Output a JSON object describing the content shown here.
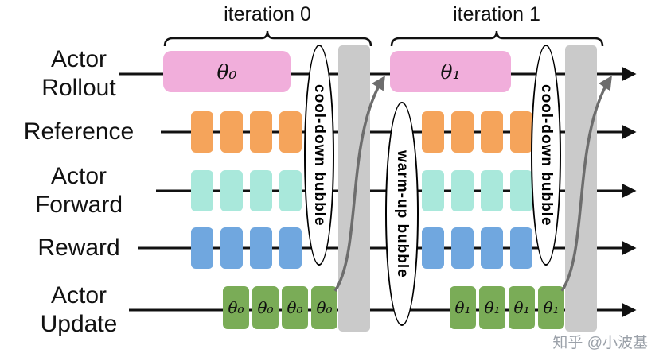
{
  "rows": [
    {
      "label": "Actor\nRollout"
    },
    {
      "label": "Reference"
    },
    {
      "label": "Actor\nForward"
    },
    {
      "label": "Reward"
    },
    {
      "label": "Actor\nUpdate"
    }
  ],
  "iterations": [
    {
      "label": "iteration 0",
      "rollout_theta": "θ₀",
      "update_thetas": [
        "θ₀",
        "θ₀",
        "θ₀",
        "θ₀"
      ],
      "cooldown_label": "cool-down bubble"
    },
    {
      "label": "iteration 1",
      "rollout_theta": "θ₁",
      "update_thetas": [
        "θ₁",
        "θ₁",
        "θ₁",
        "θ₁"
      ],
      "cooldown_label": "cool-down bubble"
    }
  ],
  "warmup_label": "warm-up bubble",
  "watermark": {
    "text": "知乎 @小波基"
  },
  "colors": {
    "rollout": "#F1AEDB",
    "reference": "#F5A45B",
    "forward": "#A9E8DB",
    "reward": "#70A7DF",
    "update": "#7AAC57",
    "bubble_bar": "#CACACA",
    "arrow": "#6D6D6D"
  }
}
